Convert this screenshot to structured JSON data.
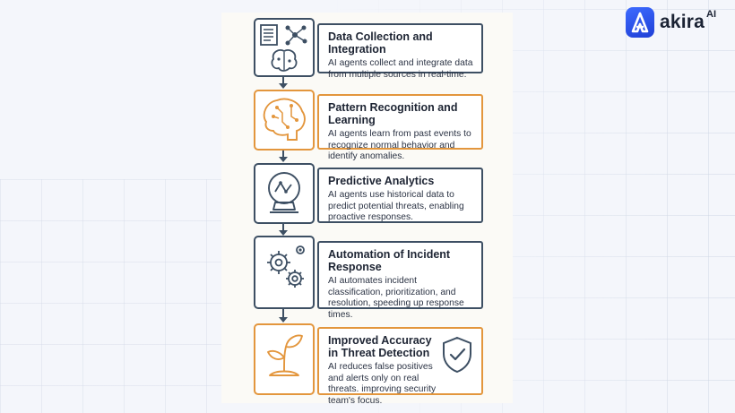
{
  "brand": {
    "name": "akira",
    "superscript": "AI",
    "mark_color": "#2b4ff0"
  },
  "colors": {
    "dark_outline": "#3d4f63",
    "orange_outline": "#e3963d"
  },
  "steps": [
    {
      "title": "Data Collection and Integration",
      "description": "AI agents collect and integrate data from multiple sources in real-time.",
      "icon": "document-network-brain-icon",
      "accent": "dark"
    },
    {
      "title": "Pattern Recognition and Learning",
      "description": "AI agents learn from past events to recognize normal behavior and identify anomalies.",
      "icon": "circuit-brain-icon",
      "accent": "orange"
    },
    {
      "title": "Predictive Analytics",
      "description": "AI agents use historical data to predict potential threats, enabling proactive responses.",
      "icon": "crystal-ball-icon",
      "accent": "dark"
    },
    {
      "title": "Automation of Incident Response",
      "description": "AI automates incident classification, prioritization, and resolution, speeding up response times.",
      "icon": "gears-icon",
      "accent": "dark"
    },
    {
      "title": "Improved Accuracy in Threat Detection",
      "description": "AI reduces false positives and alerts only on real threats. improving security team's focus.",
      "icon": "sprout-shield-icon",
      "accent": "orange"
    }
  ]
}
